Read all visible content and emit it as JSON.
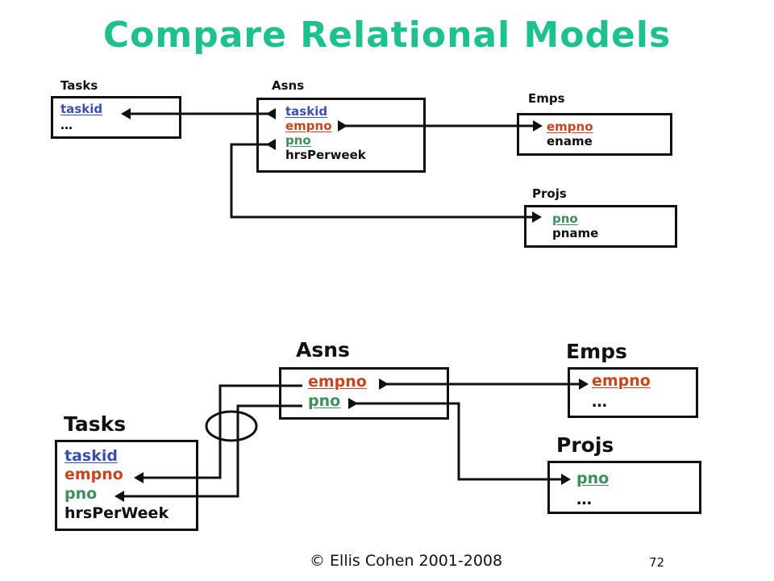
{
  "title": "Compare Relational Models",
  "top": {
    "tasks": {
      "label": "Tasks",
      "fields": [
        "taskid",
        "…"
      ]
    },
    "asns": {
      "label": "Asns",
      "fields": [
        "taskid",
        "empno",
        "pno",
        "hrsPerweek"
      ]
    },
    "emps": {
      "label": "Emps",
      "fields": [
        "empno",
        "ename"
      ]
    },
    "projs": {
      "label": "Projs",
      "fields": [
        "pno",
        "pname"
      ]
    }
  },
  "bottom": {
    "asns": {
      "label": "Asns",
      "fields": [
        "empno",
        "pno"
      ]
    },
    "emps": {
      "label": "Emps",
      "fields": [
        "empno",
        "…"
      ]
    },
    "tasks": {
      "label": "Tasks",
      "fields": [
        "taskid",
        "empno",
        "pno",
        "hrsPerWeek"
      ]
    },
    "projs": {
      "label": "Projs",
      "fields": [
        "pno",
        "…"
      ]
    }
  },
  "footer": {
    "copyright": "© Ellis Cohen 2001-2008",
    "page_number": "72"
  },
  "colors": {
    "title": "#1ec08e",
    "taskid": "#3b4fb3",
    "empno": "#c6471f",
    "pno": "#3e8e5e",
    "line": "#111111"
  }
}
